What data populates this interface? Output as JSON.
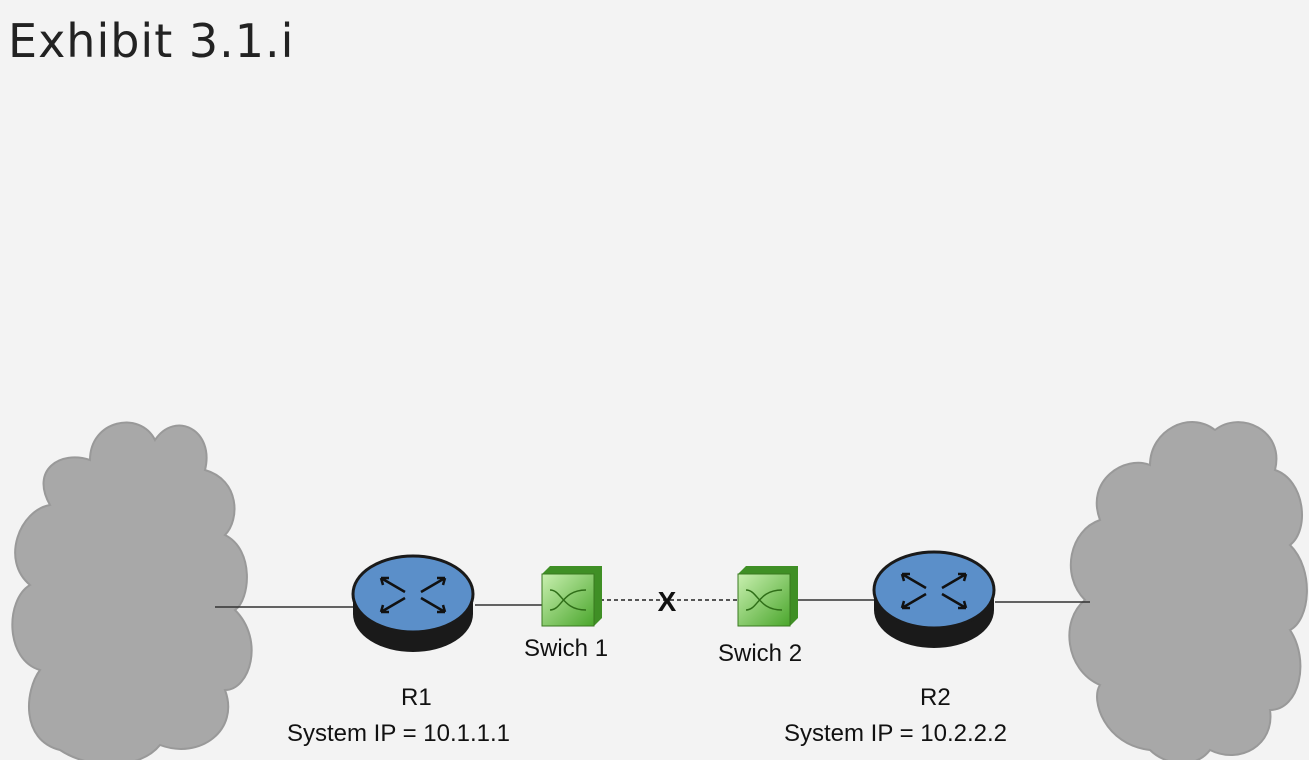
{
  "title": "Exhibit 3.1.i",
  "nodes": {
    "r1": {
      "name": "R1",
      "system_ip": "System IP = 10.1.1.1"
    },
    "r2": {
      "name": "R2",
      "system_ip": "System IP = 10.2.2.2"
    },
    "switch1": {
      "name": "Swich 1"
    },
    "switch2": {
      "name": "Swich 2"
    }
  },
  "link_break_marker": "X",
  "colors": {
    "router": "#5b8fc9",
    "router_rim": "#1a1a1a",
    "switch": "#6cc94a",
    "cloud": "#a8a8a8",
    "background": "#f3f3f3"
  }
}
